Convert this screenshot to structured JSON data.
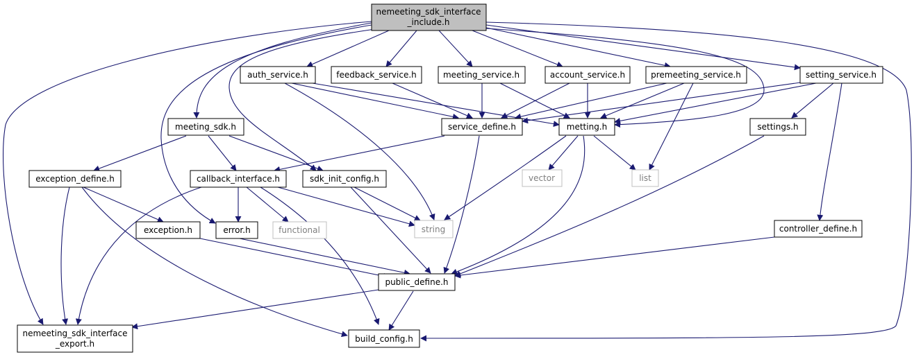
{
  "colors": {
    "edge": "#191970",
    "node_border": "#000000",
    "node_fill": "#ffffff",
    "root_fill": "#bfbfbf",
    "external_border": "#bfbfbf",
    "external_text": "#7f7f7f"
  },
  "nodes": {
    "root": {
      "line1": "nemeeting_sdk_interface",
      "line2": "_include.h"
    },
    "auth_service": {
      "label": "auth_service.h"
    },
    "feedback_service": {
      "label": "feedback_service.h"
    },
    "meeting_service": {
      "label": "meeting_service.h"
    },
    "account_service": {
      "label": "account_service.h"
    },
    "premeeting_service": {
      "label": "premeeting_service.h"
    },
    "setting_service": {
      "label": "setting_service.h"
    },
    "meeting_sdk": {
      "label": "meeting_sdk.h"
    },
    "service_define": {
      "label": "service_define.h"
    },
    "metting": {
      "label": "metting.h"
    },
    "settings": {
      "label": "settings.h"
    },
    "exception_define": {
      "label": "exception_define.h"
    },
    "callback_interface": {
      "label": "callback_interface.h"
    },
    "sdk_init_config": {
      "label": "sdk_init_config.h"
    },
    "vector": {
      "label": "vector"
    },
    "list": {
      "label": "list"
    },
    "exception": {
      "label": "exception.h"
    },
    "error": {
      "label": "error.h"
    },
    "functional": {
      "label": "functional"
    },
    "string": {
      "label": "string"
    },
    "controller_define": {
      "label": "controller_define.h"
    },
    "public_define": {
      "label": "public_define.h"
    },
    "export": {
      "line1": "nemeeting_sdk_interface",
      "line2": "_export.h"
    },
    "build_config": {
      "label": "build_config.h"
    }
  }
}
